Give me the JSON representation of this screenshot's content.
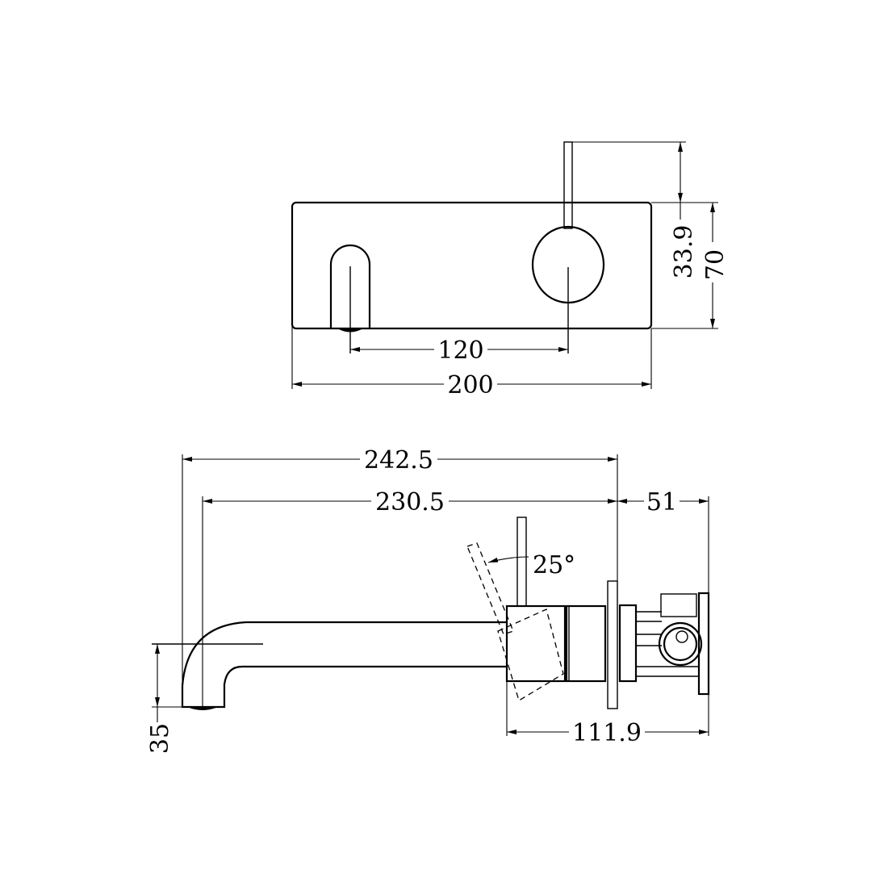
{
  "drawing": {
    "title": "Wall mixer with spout - technical dimension drawing",
    "front_view": {
      "dimensions": {
        "plate_width": "200",
        "spout_to_handle_spacing": "120",
        "plate_height": "70",
        "handle_above_plate": "33.9"
      }
    },
    "side_view": {
      "dimensions": {
        "overall_projection": "242.5",
        "spout_projection": "230.5",
        "body_depth": "51",
        "mixer_depth": "111.9",
        "spout_height": "35",
        "handle_angle": "25°"
      }
    },
    "line_color": "#000000",
    "background_color": "#ffffff"
  }
}
